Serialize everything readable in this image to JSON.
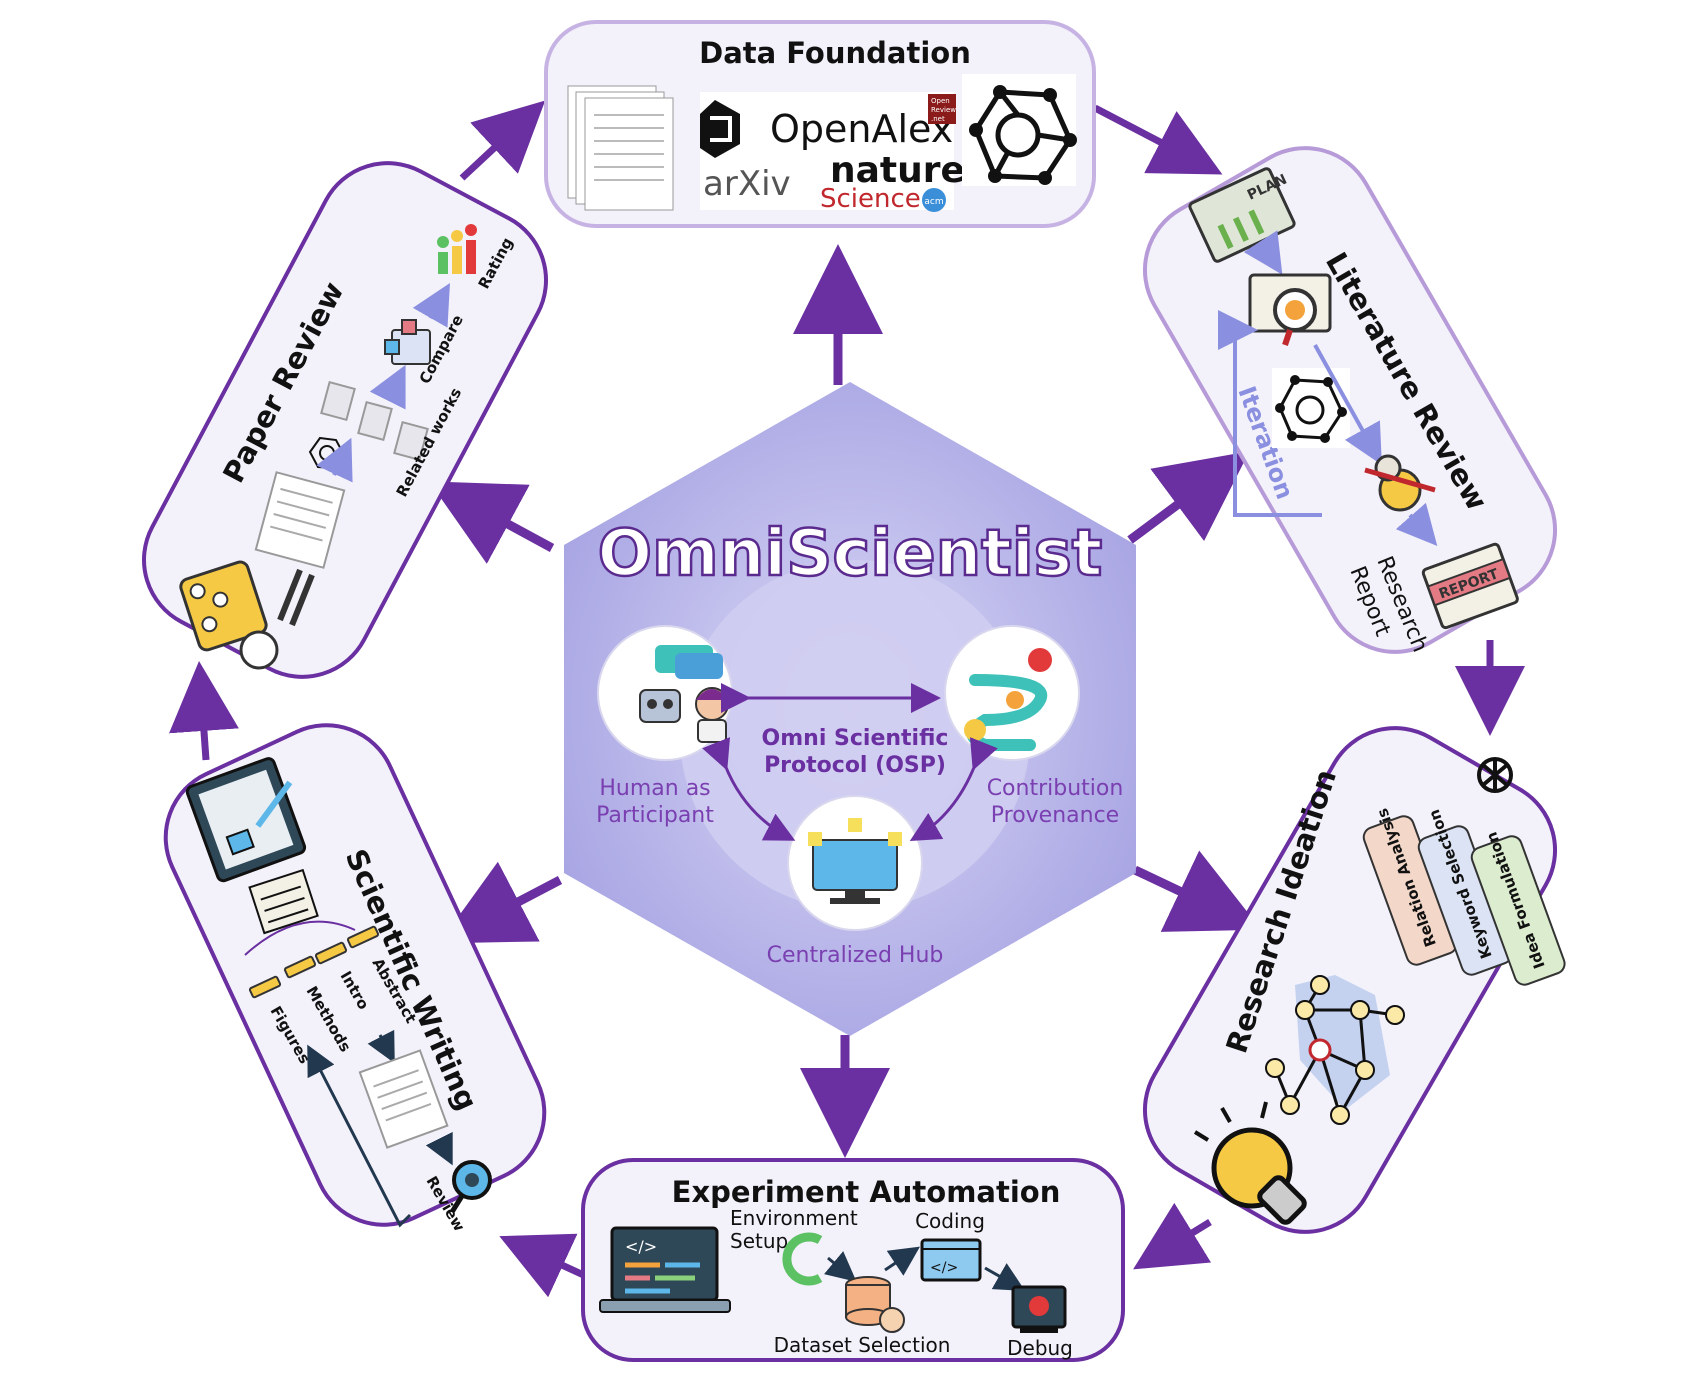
{
  "center": {
    "title": "OmniScientist",
    "protocol_line1": "Omni Scientific",
    "protocol_line2": "Protocol (OSP)",
    "human_line1": "Human as",
    "human_line2": "Participant",
    "contrib_line1": "Contribution",
    "contrib_line2": "Provenance",
    "hub": "Centralized Hub"
  },
  "data_foundation": {
    "title": "Data Foundation",
    "logos": {
      "openalex": "OpenAlex",
      "arxiv": "arXiv",
      "nature": "nature",
      "science": "Science",
      "acm": "acm",
      "openreview_1": "Open",
      "openreview_2": "Review",
      "openreview_3": ".net"
    }
  },
  "literature_review": {
    "title": "Literature Review",
    "plan": "PLAN",
    "iteration": "Iteration",
    "report_badge": "REPORT",
    "report_line1": "Research",
    "report_line2": "Report"
  },
  "research_ideation": {
    "title": "Research Ideation",
    "cards": [
      "Relation Analysis",
      "Keyword Selection",
      "Idea Formulation"
    ]
  },
  "experiment_automation": {
    "title": "Experiment Automation",
    "env_line1": "Environment",
    "env_line2": "Setup",
    "coding": "Coding",
    "dataset": "Dataset Selection",
    "debug": "Debug"
  },
  "scientific_writing": {
    "title": "Scientific Writing",
    "sections": [
      "Abstract",
      "Intro",
      "Methods",
      "Figures"
    ],
    "review": "Review"
  },
  "paper_review": {
    "title": "Paper Review",
    "related": "Related works",
    "compare": "Compare",
    "rating": "Rating"
  },
  "colors": {
    "purple": "#6a2fa0",
    "light_purple": "#b79ad8",
    "hexagon": "#a9a6e4",
    "panel_fill": "#f3f2fb",
    "accent_blue": "#8b8fe0"
  }
}
